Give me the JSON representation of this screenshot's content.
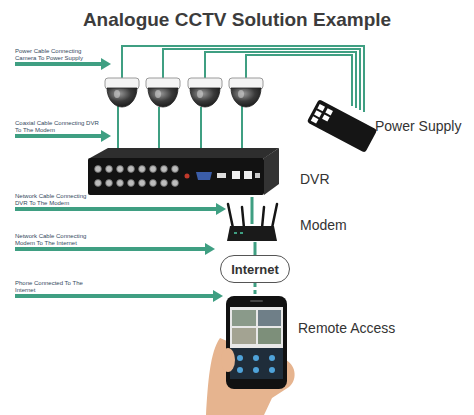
{
  "diagram": {
    "title": "Analogue CCTV Solution Example",
    "nodes": [
      {
        "text": [
          "Power Supply"
        ]
      },
      {
        "text": [
          "DVR"
        ]
      },
      {
        "text": [
          "Modem"
        ]
      },
      {
        "text": [
          "Internet"
        ]
      },
      {
        "text": [
          "Remote Access"
        ]
      }
    ],
    "edges": [
      {
        "from": 1,
        "to": 2,
        "arrow": "none"
      },
      {
        "from": 2,
        "to": 3,
        "arrow": "none"
      },
      {
        "from": 3,
        "to": 4,
        "arrow": "none"
      }
    ],
    "labels": [
      "Power Cable Connecting Camera To Power Supply",
      "Coaxial Cable Connecting DVR To The Modem",
      "Network Cable Connecting DVR To The Modem",
      "Network Cable Connecting Modem To The Internet",
      "Phone Connected To The Internet"
    ]
  }
}
